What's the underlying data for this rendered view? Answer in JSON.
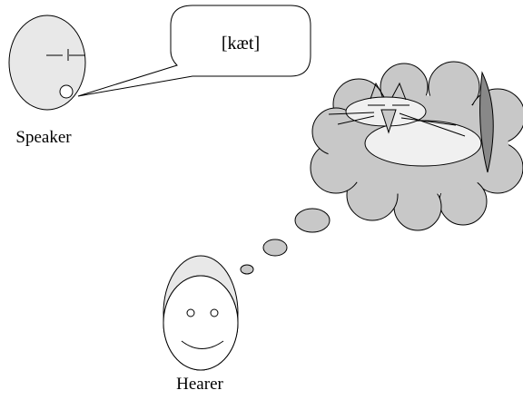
{
  "speech_bubble": {
    "text": "[kæt]"
  },
  "speaker": {
    "label": "Speaker"
  },
  "hearer": {
    "label": "Hearer"
  },
  "thought_image": {
    "subject": "cat"
  },
  "colors": {
    "stroke": "#000000",
    "face_fill": "#e8e8e8",
    "cloud_fill": "#c8c8c8",
    "cat_body_fill": "#f0f0f0",
    "tail_fill": "#888888",
    "background": "#ffffff"
  }
}
